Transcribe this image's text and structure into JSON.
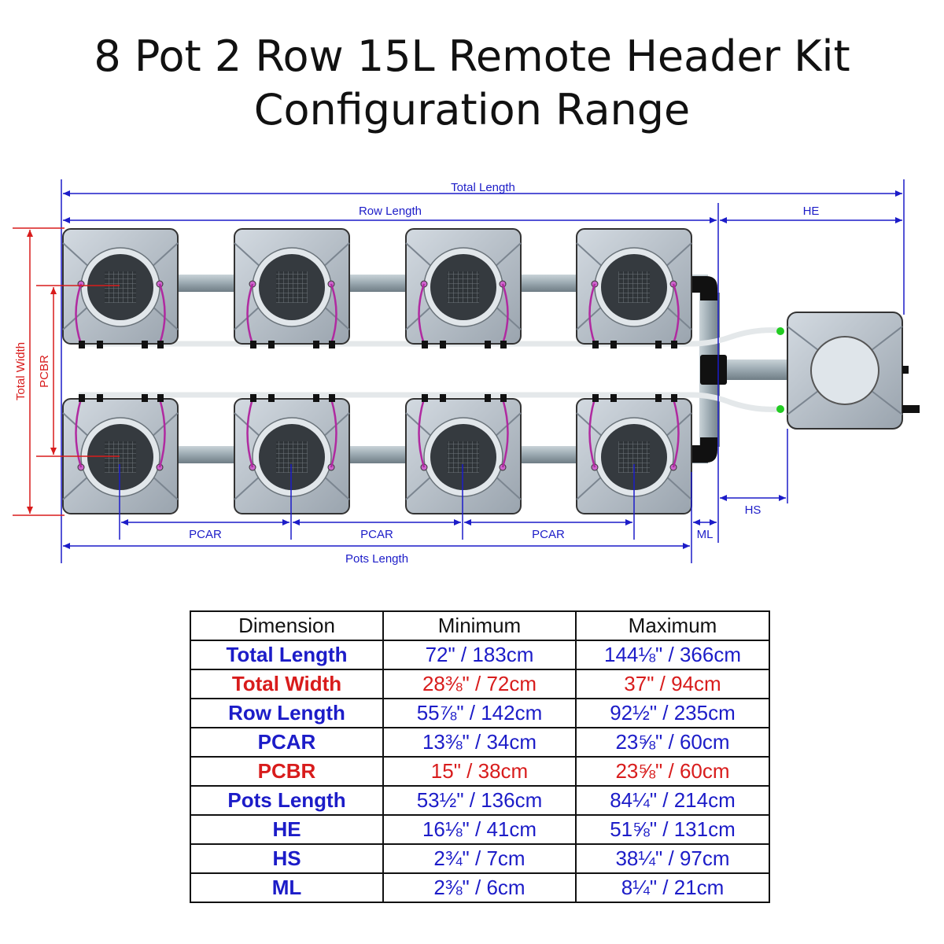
{
  "title": {
    "line1": "8 Pot 2 Row 15L Remote Header Kit",
    "line2": "Configuration Range"
  },
  "diagram_labels": {
    "total_length": "Total Length",
    "row_length": "Row Length",
    "he": "HE",
    "total_width": "Total Width",
    "pcbr": "PCBR",
    "pcar": "PCAR",
    "ml": "ML",
    "hs": "HS",
    "pots_length": "Pots Length"
  },
  "colors": {
    "dimension_blue": "#1c1cc8",
    "dimension_red": "#d81c1c",
    "pot_grey": "#b9c2cc",
    "pipe_grey": "#9aa8b0"
  },
  "table": {
    "headers": [
      "Dimension",
      "Minimum",
      "Maximum"
    ],
    "rows": [
      {
        "name": "Total Length",
        "min": "72\" / 183cm",
        "max": "144⅛\" / 366cm",
        "color": "blue"
      },
      {
        "name": "Total Width",
        "min": "28⅜\" / 72cm",
        "max": "37\" / 94cm",
        "color": "red"
      },
      {
        "name": "Row Length",
        "min": "55⅞\" / 142cm",
        "max": "92½\" / 235cm",
        "color": "blue"
      },
      {
        "name": "PCAR",
        "min": "13⅜\" / 34cm",
        "max": "23⅝\" / 60cm",
        "color": "blue"
      },
      {
        "name": "PCBR",
        "min": "15\" / 38cm",
        "max": "23⅝\" / 60cm",
        "color": "red"
      },
      {
        "name": "Pots Length",
        "min": "53½\" / 136cm",
        "max": "84¼\" / 214cm",
        "color": "blue"
      },
      {
        "name": "HE",
        "min": "16⅛\" / 41cm",
        "max": "51⅝\" / 131cm",
        "color": "blue"
      },
      {
        "name": "HS",
        "min": "2¾\" / 7cm",
        "max": "38¼\" / 97cm",
        "color": "blue"
      },
      {
        "name": "ML",
        "min": "2⅜\" / 6cm",
        "max": "8¼\" / 21cm",
        "color": "blue"
      }
    ]
  }
}
